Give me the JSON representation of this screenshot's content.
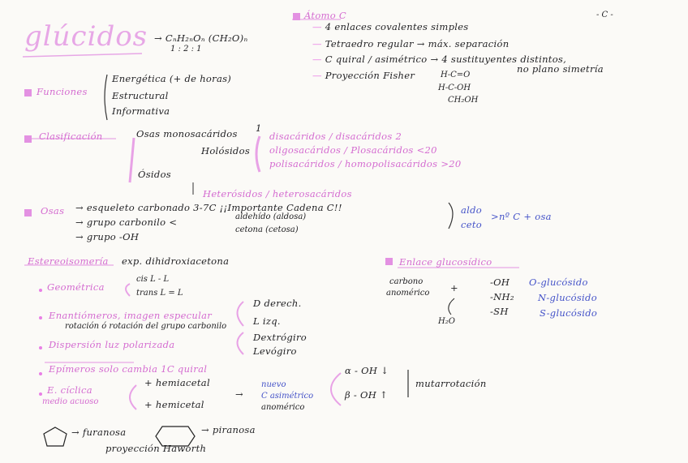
{
  "title": "glúcidos",
  "formula_top": "CₙH₂ₙOₙ  (CH₂O)ₙ",
  "formula_sub": "1 : 2 : 1",
  "carbono": {
    "heading": "Átomo C",
    "lines": [
      "4 enlaces covalentes simples",
      "Tetraedro regular → máx. separación",
      "C quiral / asimétrico → 4 sustituyentes distintos,",
      "no plano simetría",
      "Proyección Fisher"
    ],
    "diagram_top": "- C -",
    "fisher": [
      "H-C=O",
      "H-C-OH",
      "CH₂OH"
    ]
  },
  "funciones": {
    "heading": "Funciones",
    "items": [
      "Energética (+ de horas)",
      "Estructural",
      "Informativa"
    ]
  },
  "clasificacion": {
    "heading": "Clasificación",
    "osas": "Osas monosacáridos",
    "osas_n": "1",
    "holosidos": "Holósidos",
    "osidos": "Ósidos",
    "sub": [
      "disacáridos / disacáridos  2",
      "oligosacáridos / Plosacáridos <20",
      "polisacáridos / homopolisacáridos >20"
    ],
    "heterosidos": "Heterósidos / heterosacáridos"
  },
  "osas": {
    "heading": "Osas",
    "lines": [
      "esqueleto carbonado  3-7C  ¡¡Importante Cadena C!!",
      "grupo carbonilo",
      "grupo -OH"
    ],
    "carbonilo_opts": [
      "aldehído (aldosa)",
      "cetona (cetosa)"
    ],
    "right": [
      "aldo",
      "ceto"
    ],
    "right_tail": "nº C + osa"
  },
  "estereo": {
    "heading": "Estereoisomería",
    "subheading": "exp. dihidroxiacetona",
    "geometrica": "Geométrica",
    "geo_opts": [
      "cis  L - L",
      "trans  L = L"
    ],
    "enantiomeros": "Enantiómeros, imagen especular",
    "enantiomeros_sub": "rotación ó rotación del grupo carbonilo",
    "enan_opts": [
      "D derech.",
      "L izq."
    ],
    "optica": "Dispersión luz polarizada",
    "opt_opts": [
      "Dextrógiro",
      "Levógiro"
    ],
    "epimeros": "Epímeros solo cambia 1C quiral",
    "ciclica": "E. cíclica",
    "ciclica_sub": "medio acuoso",
    "hemi": [
      "+ hemiacetal",
      "+ hemicetal"
    ],
    "nuevo": [
      "nuevo",
      "C asimétrico",
      "anomérico"
    ],
    "anom": [
      "α - OH ↓",
      "β - OH ↑"
    ],
    "mutarrotacion": "mutarrotación",
    "furanosa": "furanosa",
    "piranosa": "piranosa",
    "haworth": "proyección Haworth"
  },
  "enlace": {
    "heading": "Enlace glucosídico",
    "left": [
      "carbono",
      "anomérico"
    ],
    "water": "H₂O",
    "groups": [
      "-OH",
      "-NH₂",
      "-SH"
    ],
    "types": [
      "O-glucósido",
      "N-glucósido",
      "S-glucósido"
    ]
  }
}
